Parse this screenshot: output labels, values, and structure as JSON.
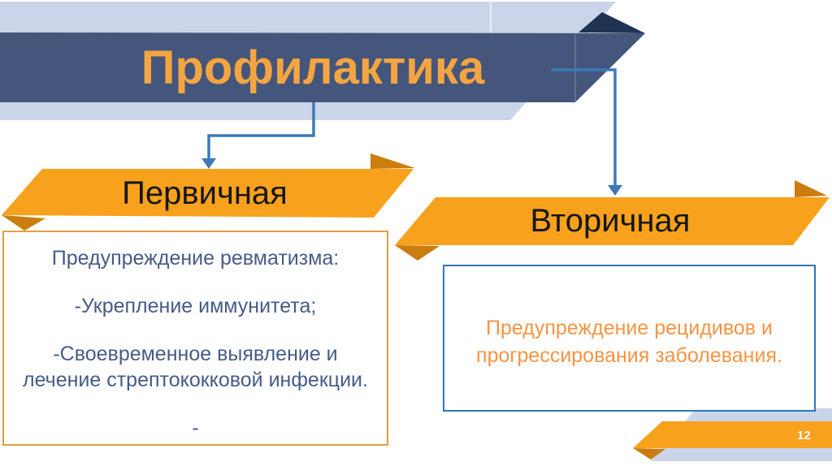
{
  "slide": {
    "title": "Профилактика",
    "primary": {
      "label": "Первичная",
      "box_lines": [
        "Предупреждение ревматизма:",
        "-Укрепление иммунитета;",
        "-Своевременное выявление и",
        "лечение стрептококковой инфекции.",
        "-"
      ]
    },
    "secondary": {
      "label": "Вторичная",
      "box_lines": [
        "Предупреждение рецидивов и",
        "прогрессирования заболевания."
      ]
    },
    "footer": {
      "page_number": "12"
    },
    "colors": {
      "accent_orange": "#F7A11C",
      "accent_orange_dark": "#CC7D10",
      "banner_navy": "#44567B",
      "banner_navy_dark_fold": "#1F3453",
      "light_blue_band": "#CBD5E9",
      "connector_blue": "#3C7BB8",
      "box_border_orange": "#DFA040",
      "box_border_blue": "#2E75B6",
      "title_text_orange": "#F4A542",
      "primary_body_text_blue": "#455C87",
      "secondary_body_text_orange": "#F79443",
      "arrow_label_text": "#161616",
      "page_number_text": "#FFFFFF"
    }
  }
}
